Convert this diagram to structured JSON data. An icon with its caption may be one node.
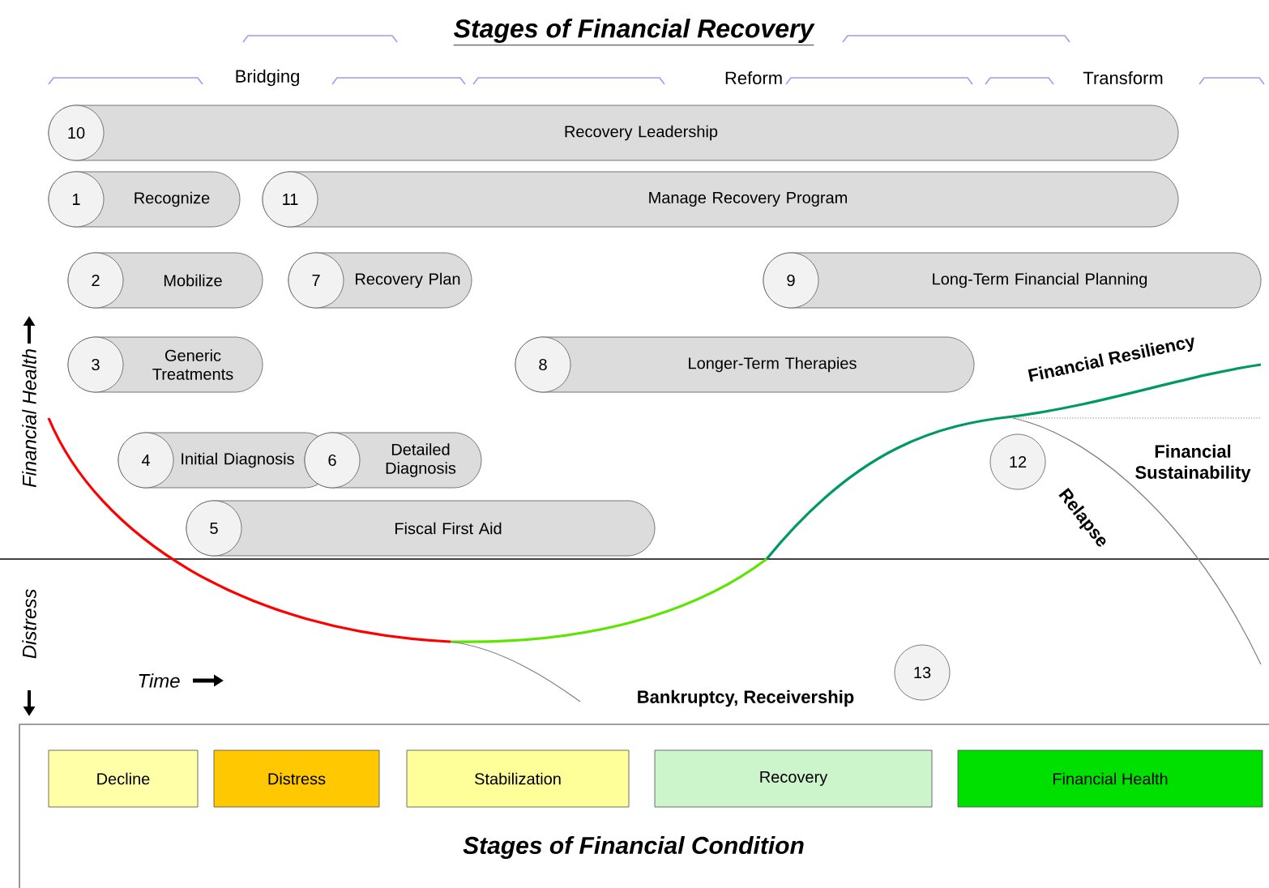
{
  "diagram": {
    "title": "Stages of Financial Recovery",
    "nodes": [
      {
        "text": [
          "10",
          "Recovery Leadership"
        ]
      },
      {
        "text": [
          "1",
          "Recognize"
        ]
      },
      {
        "text": [
          "11",
          "Manage Recovery Program"
        ]
      },
      {
        "text": [
          "2",
          "Mobilize"
        ]
      },
      {
        "text": [
          "7",
          "Recovery Plan"
        ]
      },
      {
        "text": [
          "9",
          "Long-Term Financial Planning"
        ]
      },
      {
        "text": [
          "3",
          "Generic Treatments"
        ]
      },
      {
        "text": [
          "8",
          "Longer-Term Therapies"
        ]
      },
      {
        "text": [
          "4",
          "Initial Diagnosis"
        ]
      },
      {
        "text": [
          "6",
          "Detailed Diagnosis"
        ]
      },
      {
        "text": [
          "12"
        ]
      },
      {
        "text": [
          "5",
          "Fiscal First Aid"
        ]
      },
      {
        "text": [
          "13"
        ]
      }
    ],
    "labels": [
      "Bridging",
      "Reform",
      "Transform",
      "Financial Resiliency",
      "Financial Health",
      "Financial Sustainability",
      "Relapse",
      "Distress",
      "Time",
      "Bankruptcy, Receivership",
      "Stages of Financial Condition"
    ],
    "legend": [
      {
        "text": "Decline",
        "color": "#ffffa8"
      },
      {
        "text": "Distress",
        "color": "#ffc800"
      },
      {
        "text": "Stabilization",
        "color": "#ffff99"
      },
      {
        "text": "Recovery",
        "color": "#ccf5cc"
      },
      {
        "text": "Financial Health",
        "color": "#00e000"
      }
    ]
  }
}
